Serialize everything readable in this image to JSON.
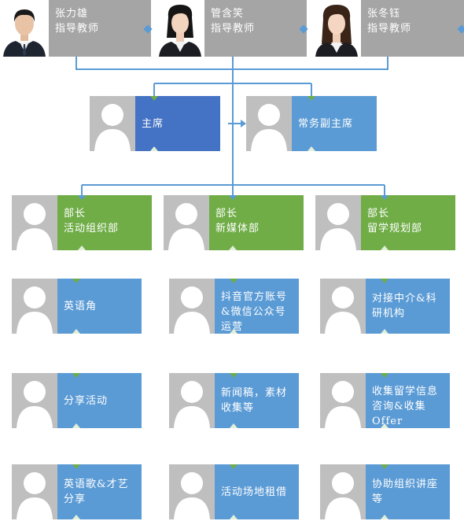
{
  "advisors": [
    {
      "name": "张力雄",
      "role": "指导教师"
    },
    {
      "name": "管含笑",
      "role": "指导教师"
    },
    {
      "name": "张冬钰",
      "role": "指导教师"
    }
  ],
  "leaders": [
    {
      "title": "主席"
    },
    {
      "title": "常务副主席"
    }
  ],
  "departments": [
    {
      "role": "部长",
      "name": "活动组织部"
    },
    {
      "role": "部长",
      "name": "新媒体部"
    },
    {
      "role": "部长",
      "name": "留学规划部"
    }
  ],
  "activities": {
    "col1": [
      "英语角",
      "分享活动",
      "英语歌&才艺分享"
    ],
    "col2": [
      "抖音官方账号&微信公众号运营",
      "新闻稿，素材收集等",
      "活动场地租借"
    ],
    "col3": [
      "对接中介&科研机构",
      "收集留学信息咨询&收集Offer",
      "协助组织讲座等"
    ]
  },
  "colors": {
    "advisor_box": "#a5a5a5",
    "chair_box": "#4472c4",
    "vice_box": "#5b9bd5",
    "dept_box": "#70ad47",
    "activity_box": "#5b9bd5",
    "connector": "#5b9bd5",
    "placeholder_gray": "#bfbfbf"
  },
  "icons": {
    "advisor_photo": "person-photo-icon",
    "placeholder": "person-silhouette-icon"
  }
}
